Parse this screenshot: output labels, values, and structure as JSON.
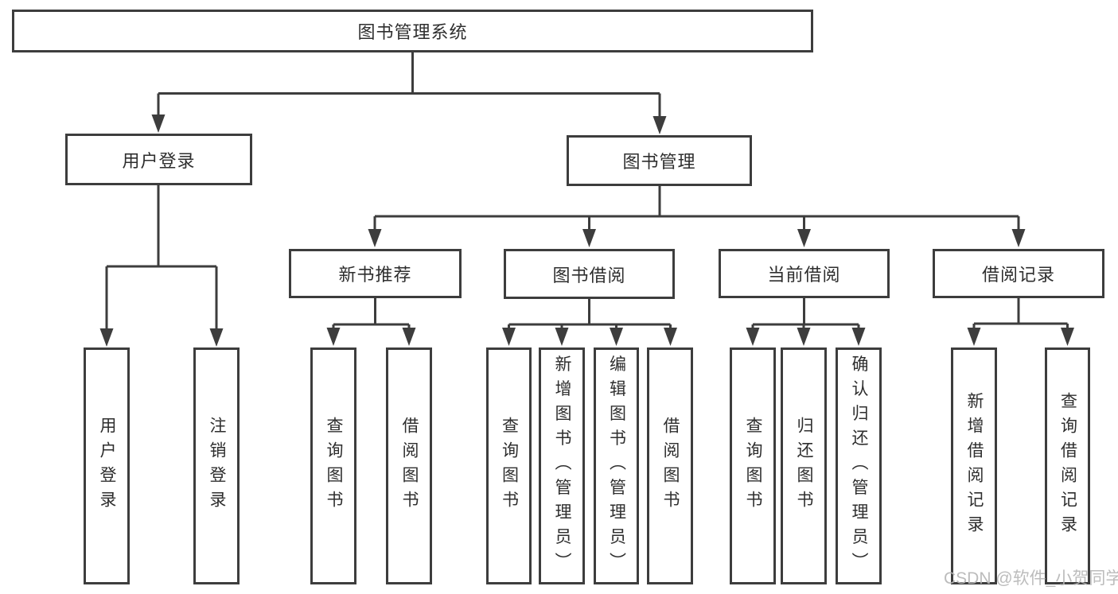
{
  "tree": {
    "root": {
      "label": "图书管理系统"
    },
    "branches": [
      {
        "label": "用户登录",
        "children": [
          {
            "label": "用户登录"
          },
          {
            "label": "注销登录"
          }
        ]
      },
      {
        "label": "图书管理",
        "children": [
          {
            "label": "新书推荐",
            "children": [
              {
                "label": "查询图书"
              },
              {
                "label": "借阅图书"
              }
            ]
          },
          {
            "label": "图书借阅",
            "children": [
              {
                "label": "查询图书"
              },
              {
                "label": "新增图书（管理员）"
              },
              {
                "label": "编辑图书（管理员）"
              },
              {
                "label": "借阅图书"
              }
            ]
          },
          {
            "label": "当前借阅",
            "children": [
              {
                "label": "查询图书"
              },
              {
                "label": "归还图书"
              },
              {
                "label": "确认归还（管理员）"
              }
            ]
          },
          {
            "label": "借阅记录",
            "children": [
              {
                "label": "新增借阅记录"
              },
              {
                "label": "查询借阅记录"
              }
            ]
          }
        ]
      }
    ]
  },
  "watermark": {
    "text": "CSDN @软件_小贺同学"
  },
  "colors": {
    "line": "#3d3d3d",
    "text": "#2e2e2e",
    "watermark": "#b6b6b6",
    "background": "#ffffff"
  }
}
